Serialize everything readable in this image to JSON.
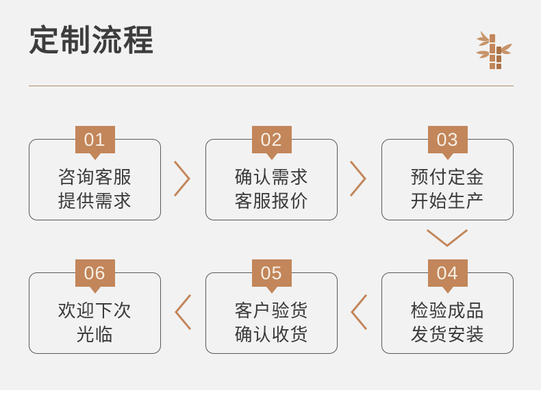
{
  "header": {
    "title": "定制流程",
    "logo_icon": "bamboo-icon",
    "divider_color": "#b08a66"
  },
  "theme": {
    "background": "#f2f2f2",
    "accent": "#c2865a",
    "text": "#3a3a3a",
    "box_border": "#585858",
    "badge_text": "#f7efe6"
  },
  "flow": {
    "steps": [
      {
        "number": "01",
        "label": "咨询客服\n提供需求"
      },
      {
        "number": "02",
        "label": "确认需求\n客服报价"
      },
      {
        "number": "03",
        "label": "预付定金\n开始生产"
      },
      {
        "number": "04",
        "label": "检验成品\n发货安装"
      },
      {
        "number": "05",
        "label": "客户验货\n确认收货"
      },
      {
        "number": "06",
        "label": "欢迎下次\n光临"
      }
    ],
    "connectors": [
      {
        "from": "01",
        "to": "02",
        "direction": "right"
      },
      {
        "from": "02",
        "to": "03",
        "direction": "right"
      },
      {
        "from": "03",
        "to": "04",
        "direction": "down"
      },
      {
        "from": "04",
        "to": "05",
        "direction": "left"
      },
      {
        "from": "05",
        "to": "06",
        "direction": "left"
      }
    ]
  }
}
